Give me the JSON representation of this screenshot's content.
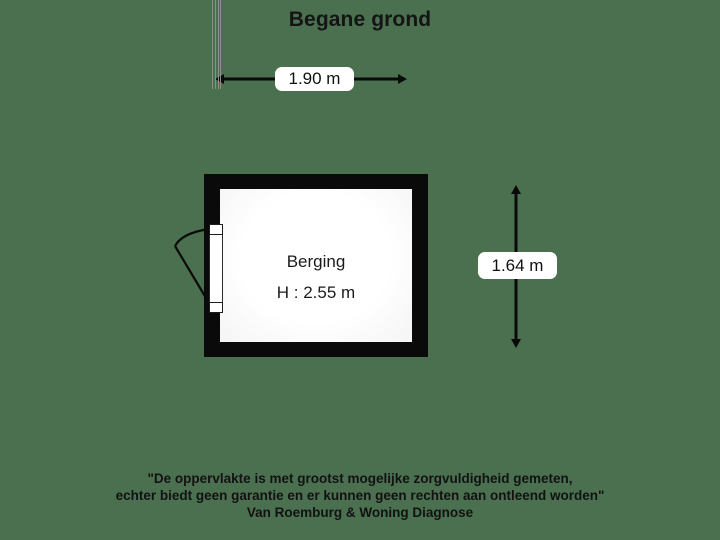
{
  "page": {
    "title": "Begane grond",
    "background_color": "#4a7050",
    "ink_color": "#111111"
  },
  "dimensions": {
    "horizontal": {
      "label": "1.90 m",
      "axis": "horizontal"
    },
    "vertical": {
      "label": "1.64 m",
      "axis": "vertical"
    }
  },
  "room": {
    "name": "Berging",
    "height_label": "H : 2.55 m",
    "wall_color": "#0a0a0a",
    "floor_color": "#ffffff"
  },
  "door": {
    "type": "swing-door",
    "wall": "left"
  },
  "footer": {
    "line1": "\"De oppervlakte is met grootst mogelijke zorgvuldigheid gemeten,",
    "line2": "echter biedt geen garantie en er kunnen geen rechten aan ontleend worden\"",
    "line3": "Van Roemburg & Woning Diagnose"
  }
}
